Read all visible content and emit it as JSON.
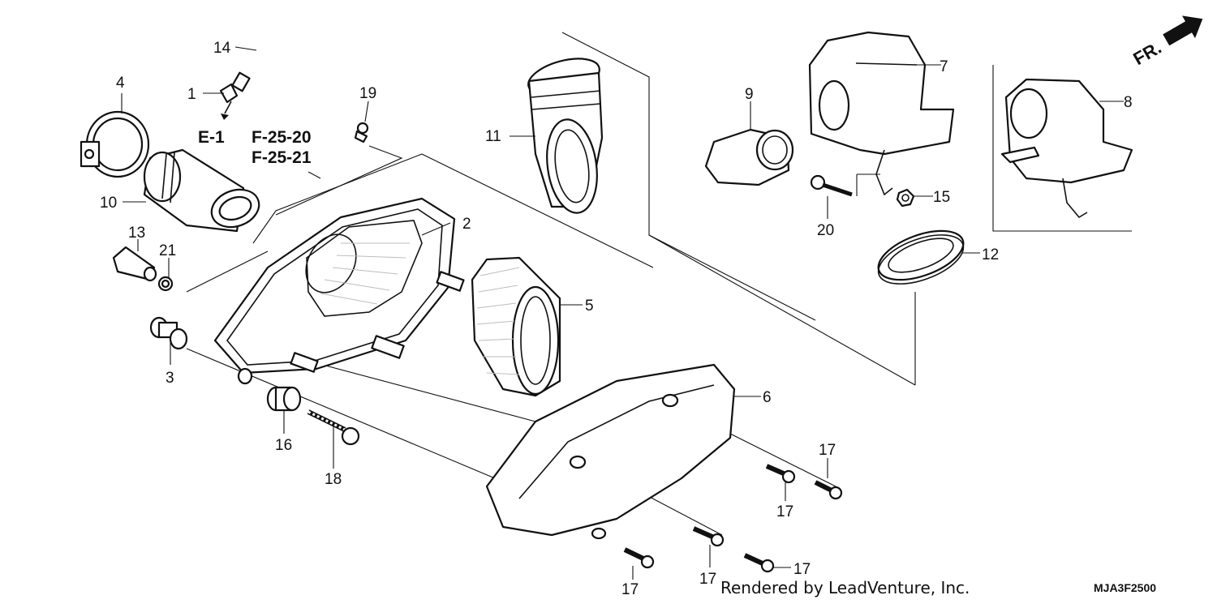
{
  "callouts": {
    "c1": "1",
    "c2": "2",
    "c3": "3",
    "c4": "4",
    "c5": "5",
    "c6": "6",
    "c7": "7",
    "c8": "8",
    "c9": "9",
    "c10": "10",
    "c11": "11",
    "c12": "12",
    "c13": "13",
    "c14": "14",
    "c15": "15",
    "c16": "16",
    "c17": "17",
    "c18": "18",
    "c19": "19",
    "c20": "20",
    "c21": "21"
  },
  "references": {
    "e1": "E-1",
    "f2520": "F-25-20",
    "f2521": "F-25-21"
  },
  "front_indicator": "FR.",
  "footer": {
    "credit": "Rendered by LeadVenture, Inc.",
    "diagram_code": "MJA3F2500"
  }
}
